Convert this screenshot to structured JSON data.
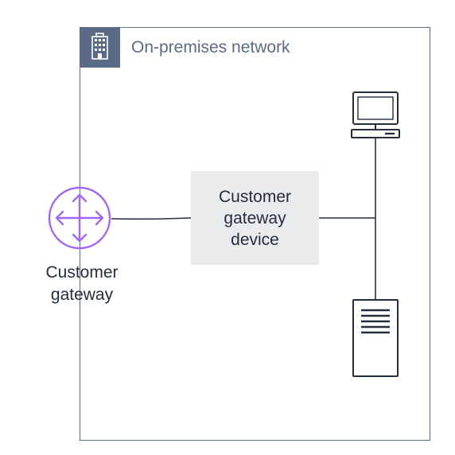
{
  "network": {
    "title": "On-premises network",
    "icon": "building-icon",
    "border_color": "#5a6b86"
  },
  "device": {
    "lines": [
      "Customer",
      "gateway",
      "device"
    ],
    "fill_color": "#e9ebed"
  },
  "customer_gateway": {
    "icon": "router-arrows-icon",
    "icon_color": "#a166ff",
    "label_lines": [
      "Customer",
      "gateway"
    ]
  },
  "endpoints": [
    {
      "icon": "desktop-computer-icon"
    },
    {
      "icon": "server-icon"
    }
  ],
  "line_color": "#232f3e"
}
